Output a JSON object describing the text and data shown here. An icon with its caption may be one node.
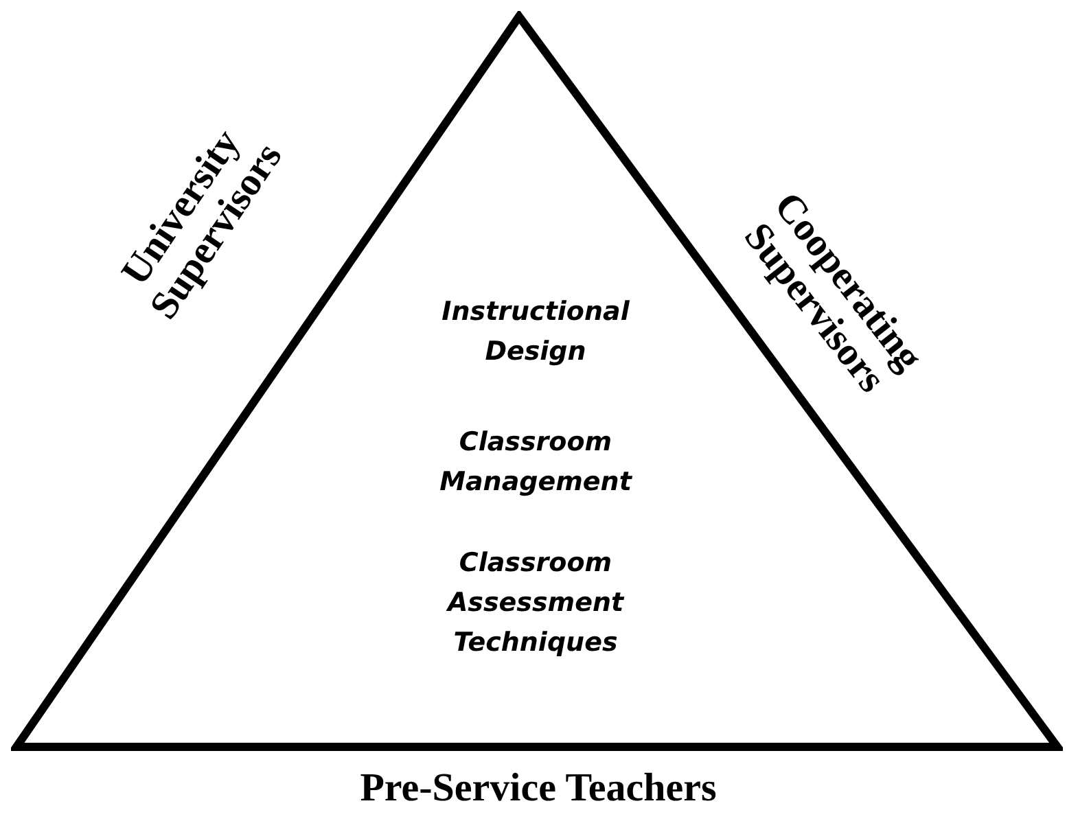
{
  "diagram": {
    "nodes": [
      {
        "text": [
          "Instructional Design",
          "Classroom Management",
          "Classroom Assessment Techniques"
        ]
      }
    ],
    "labels": [
      "University Supervisors",
      "Cooperating Supervisors",
      "Pre-Service Teachers"
    ]
  }
}
